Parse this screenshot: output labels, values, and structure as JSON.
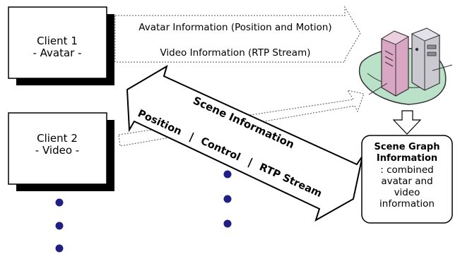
{
  "client1": {
    "title": "Client 1",
    "subtitle": "- Avatar -"
  },
  "client2": {
    "title": "Client 2",
    "subtitle": "- Video -"
  },
  "arrows": {
    "avatar_info": "Avatar Information (Position and Motion)",
    "video_info": "Video Information (RTP Stream)",
    "scene_info": "Scene Information",
    "position": "Position",
    "separator": "|",
    "control": "Control",
    "rtp_stream": "RTP Stream"
  },
  "scene_graph": {
    "line1": "Scene Graph",
    "line2": "Information",
    "line3": ": combined",
    "line4": "avatar and",
    "line5": "video",
    "line6": "information"
  },
  "colors": {
    "dot": "#1f1f8a",
    "shadow": "#000000",
    "border": "#000000",
    "dotted_arrow": "#555555",
    "server_green": "#b9e2c9",
    "server_pink": "#d9a6c4",
    "server_gray": "#c9c9cf"
  },
  "icons": {
    "server": "server-computer-icon",
    "down_arrow": "down-arrow-icon"
  }
}
